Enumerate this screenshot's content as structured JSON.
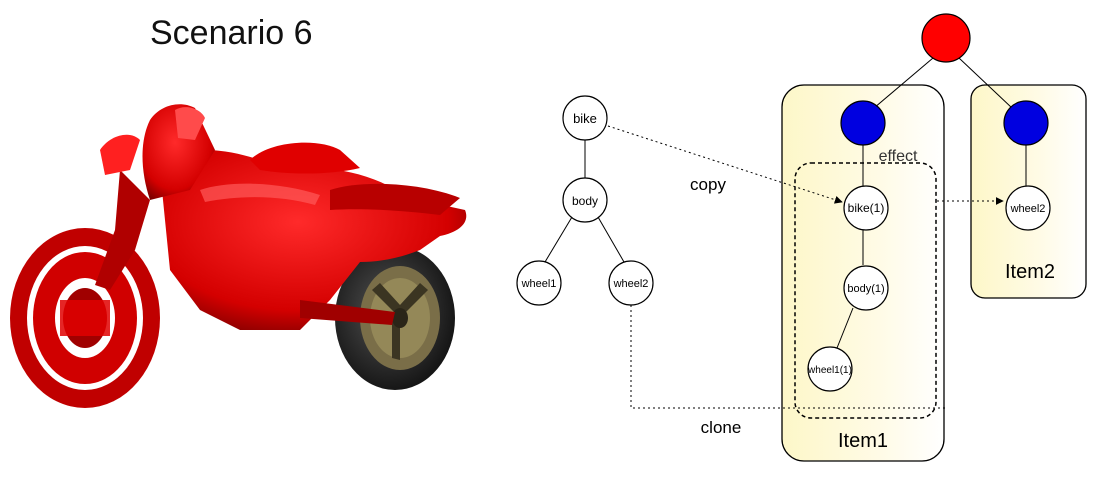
{
  "title": "Scenario 6",
  "illustration": {
    "subject": "motorcycle-3d-render",
    "body_color": "#d80000",
    "tire_color": "#1a1a1a",
    "rim_color": "#7a6e48"
  },
  "colors": {
    "root_node": "#ff0000",
    "item_node": "#0000e0",
    "item_box_fill": "#fefbd8",
    "line": "#000000"
  },
  "source_tree": {
    "nodes": {
      "bike": "bike",
      "body": "body",
      "wheel1": "wheel1",
      "wheel2": "wheel2"
    }
  },
  "item1": {
    "label": "Item1",
    "effect_label": "effect",
    "nodes": {
      "bike": "bike(1)",
      "body": "body(1)",
      "wheel1": "wheel1(1)"
    }
  },
  "item2": {
    "label": "Item2",
    "nodes": {
      "wheel2": "wheel2"
    }
  },
  "edge_labels": {
    "copy": "copy",
    "clone": "clone"
  }
}
